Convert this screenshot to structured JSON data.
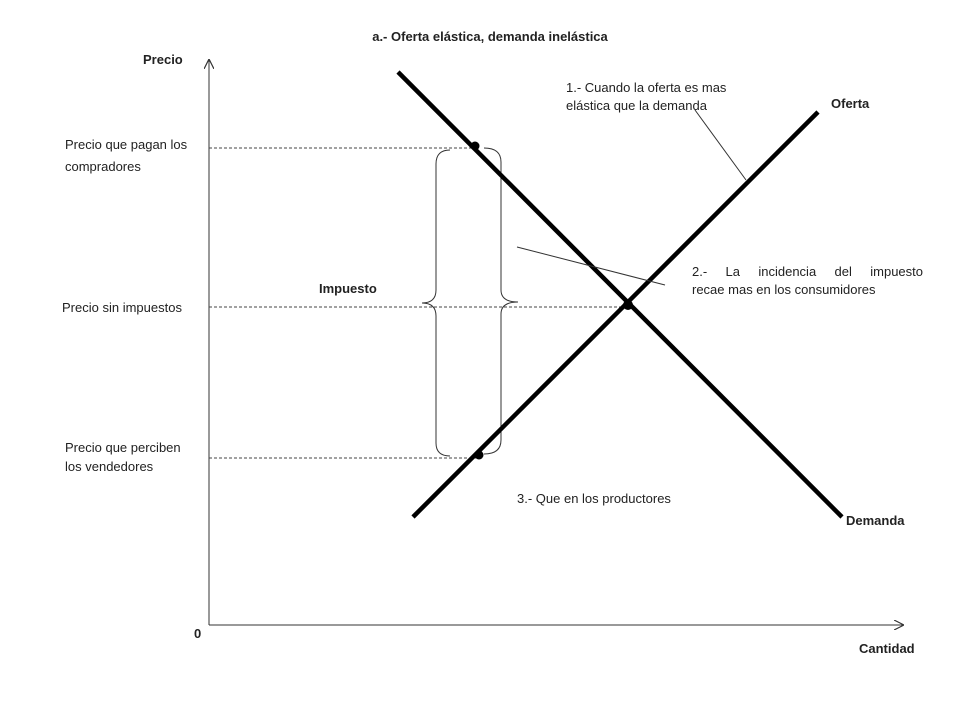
{
  "title": "a.- Oferta elástica, demanda inelástica",
  "axes": {
    "y_label": "Precio",
    "x_label": "Cantidad",
    "origin_label": "0"
  },
  "curves": {
    "supply_label": "Oferta",
    "demand_label": "Demanda"
  },
  "price_levels": {
    "buyers_pay": [
      "Precio que pagan los",
      "compradores"
    ],
    "no_tax": "Precio sin impuestos",
    "sellers_receive": [
      "Precio que perciben",
      "los vendedores"
    ]
  },
  "tax_label": "Impuesto",
  "notes": {
    "note1": [
      "1.- Cuando la oferta es mas",
      "elástica que la demanda"
    ],
    "note2": [
      "2.- La incidencia del impuesto",
      "recae mas en los consumidores"
    ],
    "note3": "3.- Que en los productores"
  },
  "colors": {
    "lines": "#000000",
    "text": "#222222"
  }
}
